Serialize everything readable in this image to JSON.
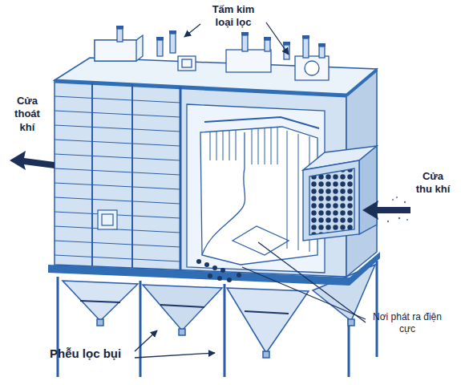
{
  "diagram": {
    "labels": [
      "Tấm kim loại lọc",
      "Cửa thoát khí",
      "Cửa thu khí",
      "Nơi phát ra điện cực",
      "Phễu lọc bụi"
    ]
  }
}
